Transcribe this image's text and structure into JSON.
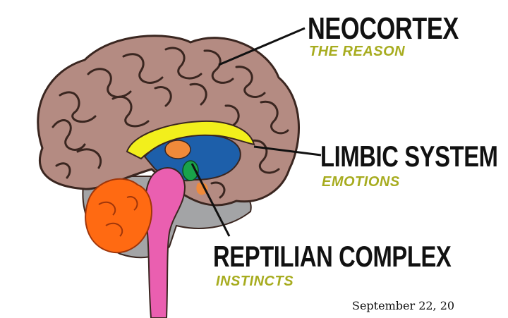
{
  "labels": {
    "neocortex": {
      "title": "NEOCORTEX",
      "subtitle": "THE REASON"
    },
    "limbic": {
      "title": "LIMBIC SYSTEM",
      "subtitle": "EMOTIONS"
    },
    "reptilian": {
      "title": "REPTILIAN COMPLEX",
      "subtitle": "INSTINCTS"
    }
  },
  "caption": {
    "date": "September 22, 20"
  },
  "colors": {
    "cortex": "#b48b82",
    "cortex_outline": "#3a2620",
    "limbic_yellow": "#f2ef1c",
    "limbic_blue": "#1d5faa",
    "cerebellum": "#ff6a12",
    "brainstem": "#ea5fb0",
    "subtitle_olive": "#a7ac1f"
  }
}
